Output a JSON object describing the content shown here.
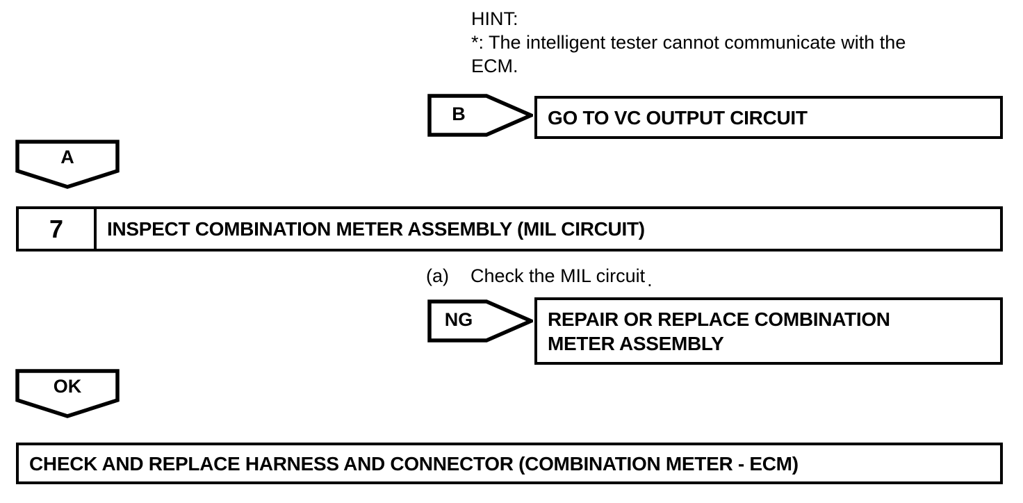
{
  "page": {
    "background": "#ffffff",
    "ink": "#000000"
  },
  "hint": {
    "lines": [
      "HINT:",
      "*: The intelligent tester cannot communicate with the",
      "ECM."
    ]
  },
  "flowchart": {
    "branch_b": {
      "connector_label": "B",
      "result_label": "GO TO VC OUTPUT CIRCUIT"
    },
    "connector_a": {
      "label": "A"
    },
    "step_7": {
      "number": "7",
      "title": "INSPECT COMBINATION METER ASSEMBLY (MIL CIRCUIT)"
    },
    "instruction_a": {
      "marker": "(a)",
      "text": "Check the MIL circuit",
      "period": "."
    },
    "branch_ng": {
      "connector_label": "NG",
      "result_lines": [
        "REPAIR OR REPLACE COMBINATION",
        "METER ASSEMBLY"
      ]
    },
    "connector_ok": {
      "label": "OK"
    },
    "final_action": {
      "label": "CHECK AND REPLACE HARNESS AND CONNECTOR (COMBINATION METER - ECM)"
    }
  }
}
